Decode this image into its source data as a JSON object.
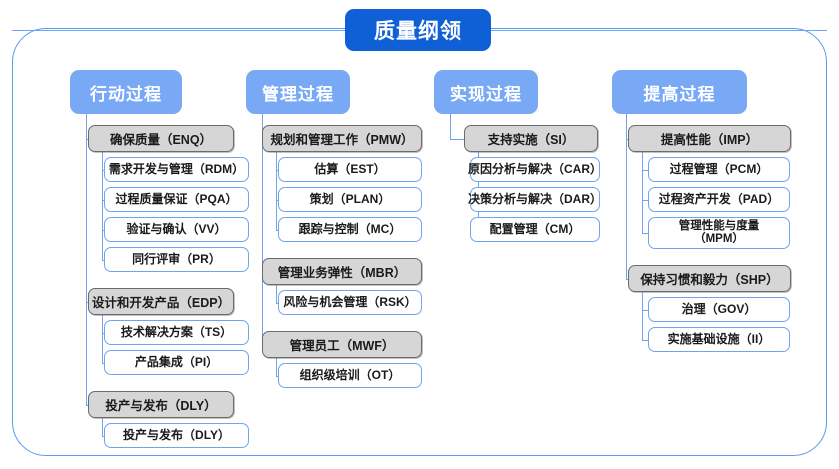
{
  "diagram": {
    "type": "hierarchy-tree",
    "root": {
      "label": "质量纲领",
      "color": "#0f5fd7"
    },
    "header_color": "#79a9f5",
    "group_color": "#d6d6d6",
    "leaf_border_color": "#6fa4ef",
    "frame_color": "#5b9bf0",
    "columns": [
      {
        "label": "行动过程",
        "groups": [
          {
            "label": "确保质量（ENQ）",
            "children": [
              "需求开发与管理（RDM）",
              "过程质量保证（PQA）",
              "验证与确认（VV）",
              "同行评审（PR）"
            ]
          },
          {
            "label": "设计和开发产品（EDP）",
            "children": [
              "技术解决方案（TS）",
              "产品集成（PI）"
            ]
          },
          {
            "label": "投产与发布（DLY）",
            "children": [
              "投产与发布（DLY）"
            ]
          }
        ]
      },
      {
        "label": "管理过程",
        "groups": [
          {
            "label": "规划和管理工作（PMW）",
            "children": [
              "估算（EST）",
              "策划（PLAN）",
              "跟踪与控制（MC）"
            ]
          },
          {
            "label": "管理业务弹性（MBR）",
            "children": [
              "风险与机会管理（RSK）"
            ]
          },
          {
            "label": "管理员工（MWF）",
            "children": [
              "组织级培训（OT）"
            ]
          }
        ]
      },
      {
        "label": "实现过程",
        "groups": [
          {
            "label": "支持实施（SI）",
            "children": [
              "原因分析与解决（CAR）",
              "决策分析与解决（DAR）",
              "配置管理（CM）"
            ]
          }
        ]
      },
      {
        "label": "提高过程",
        "groups": [
          {
            "label": "提高性能（IMP）",
            "children": [
              "过程管理（PCM）",
              "过程资产开发（PAD）",
              "管理性能与度量（MPM）"
            ]
          },
          {
            "label": "保持习惯和毅力（SHP）",
            "children": [
              "治理（GOV）",
              "实施基础设施（II）"
            ]
          }
        ]
      }
    ]
  }
}
